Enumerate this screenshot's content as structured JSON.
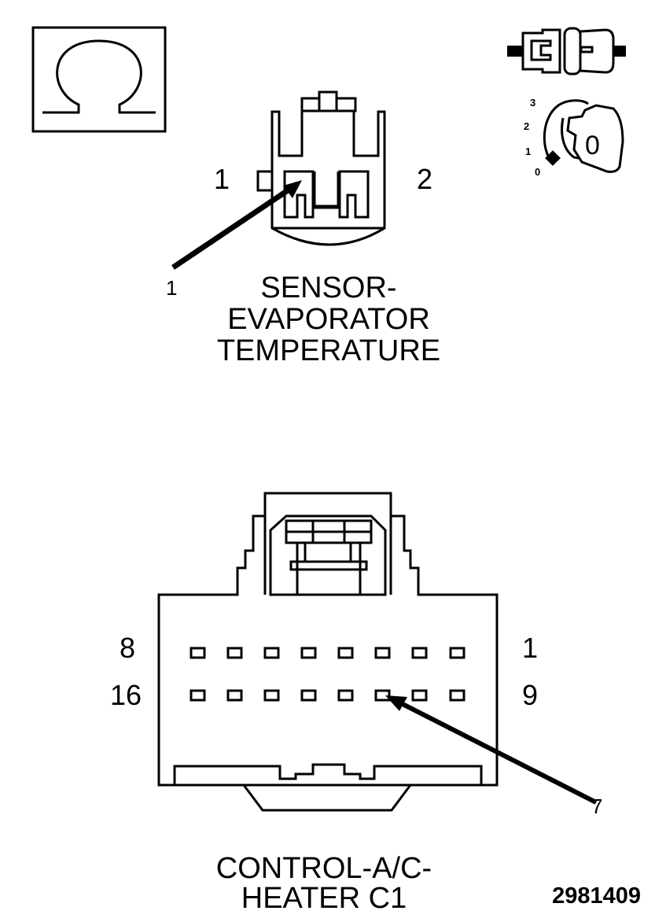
{
  "symbol": {
    "icon": "ohm-symbol-icon"
  },
  "sensor": {
    "pin_left": "1",
    "pin_right": "2",
    "callout": "1",
    "title_lines": [
      "SENSOR-",
      "EVAPORATOR",
      "TEMPERATURE"
    ]
  },
  "ignition": {
    "positions": [
      "3",
      "2",
      "1",
      "0"
    ],
    "key_label": "0"
  },
  "control": {
    "top_left": "8",
    "top_right": "1",
    "bottom_left": "16",
    "bottom_right": "9",
    "callout": "7",
    "title_lines": [
      "CONTROL-A/C-",
      "HEATER C1"
    ]
  },
  "figure_number": "2981409"
}
